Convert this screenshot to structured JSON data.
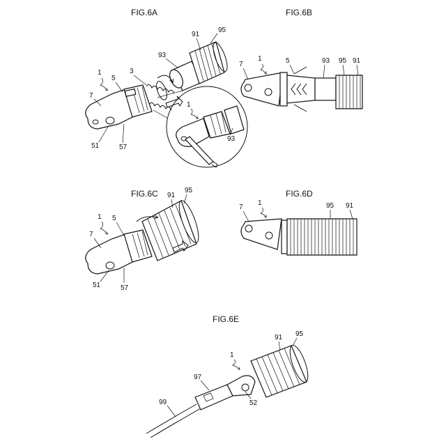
{
  "figures": {
    "fig6a": {
      "title": "FIG.6A",
      "labels": {
        "l91": "91",
        "l95": "95",
        "l93": "93",
        "l3": "3",
        "l1": "1",
        "l5": "5",
        "l7": "7",
        "l51": "51",
        "l57": "57",
        "l1_inset": "1",
        "l93_inset": "93"
      }
    },
    "fig6b": {
      "title": "FIG.6B",
      "labels": {
        "l1": "1",
        "l7": "7",
        "l5": "5",
        "l93": "93",
        "l95": "95",
        "l91": "91"
      }
    },
    "fig6c": {
      "title": "FIG.6C",
      "labels": {
        "l91": "91",
        "l95": "95",
        "l1": "1",
        "l5": "5",
        "l7": "7",
        "l51": "51",
        "l57": "57"
      }
    },
    "fig6d": {
      "title": "FIG.6D",
      "labels": {
        "l7": "7",
        "l1": "1",
        "l95": "95",
        "l91": "91"
      }
    },
    "fig6e": {
      "title": "FIG.6E",
      "labels": {
        "l91": "91",
        "l95": "95",
        "l1": "1",
        "l97": "97",
        "l99": "99",
        "l52": "52"
      }
    }
  }
}
